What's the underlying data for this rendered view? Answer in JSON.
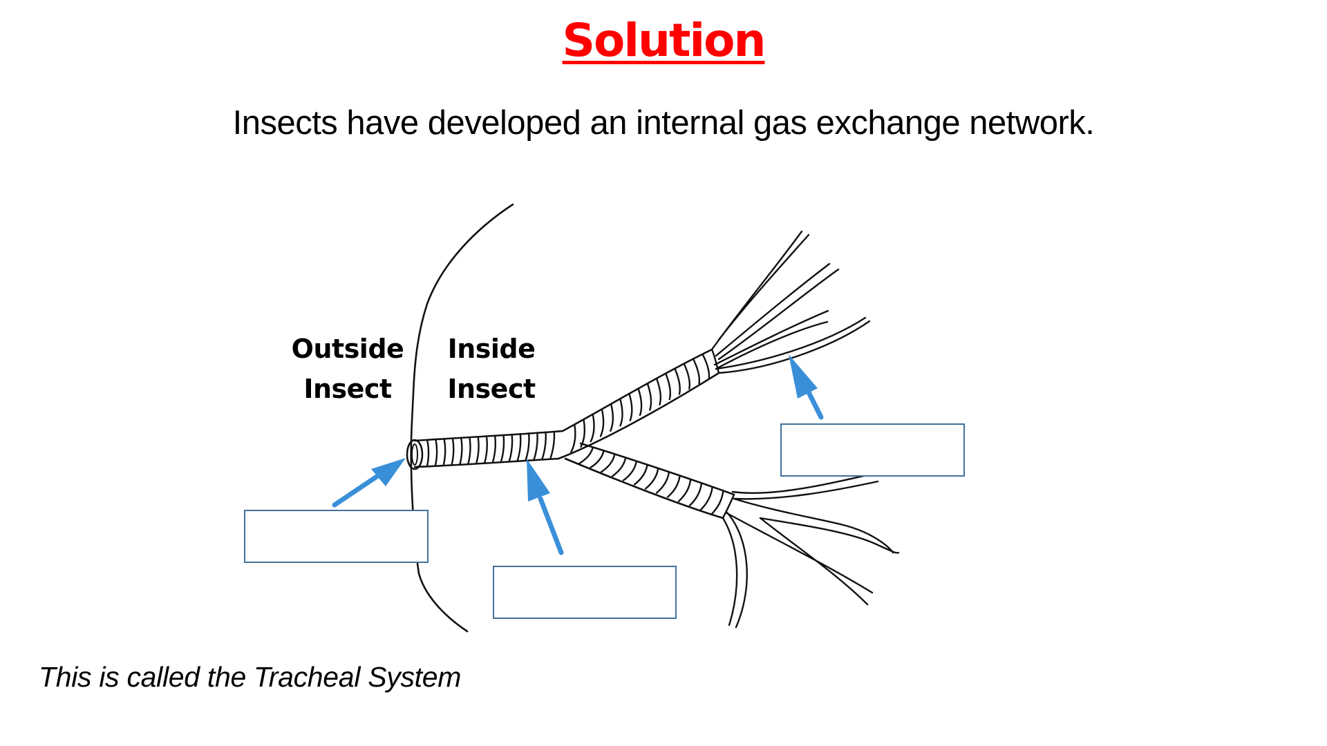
{
  "slide": {
    "title": "Solution",
    "subtitle": "Insects have developed an internal gas exchange network.",
    "caption": "This is called the Tracheal System"
  },
  "diagram": {
    "labels": {
      "outside_line1": "Outside",
      "outside_line2": "Insect",
      "inside_line1": "Inside",
      "inside_line2": "Insect"
    },
    "answer_boxes": [
      {
        "id": "spiracle-box",
        "points_to": "spiracle (tube opening at body surface)",
        "value": ""
      },
      {
        "id": "trachea-box",
        "points_to": "trachea (main ringed tube)",
        "value": ""
      },
      {
        "id": "tracheole-box",
        "points_to": "tracheoles (fine branching tubes)",
        "value": ""
      }
    ]
  },
  "colors": {
    "title": "#ff0000",
    "text": "#000000",
    "arrow": "#3a8fd9",
    "box_border": "#41719c",
    "drawing_line": "#111111",
    "background": "#ffffff"
  }
}
